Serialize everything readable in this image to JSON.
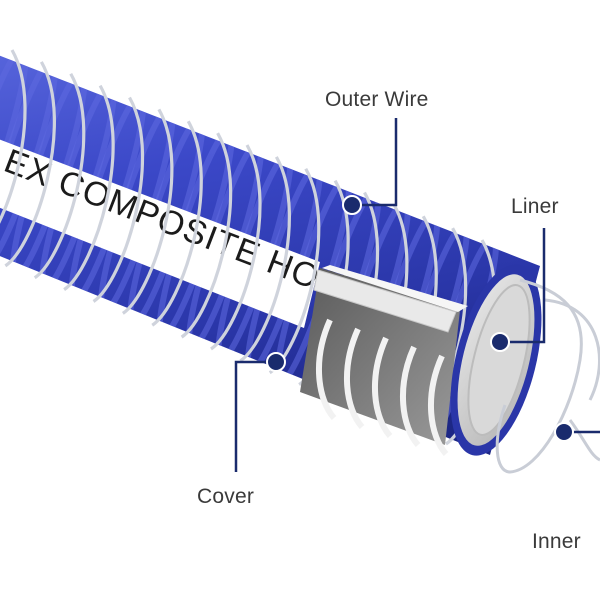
{
  "hose_print": "EX COMPOSITE HOSE",
  "labels": {
    "outer_wire": "Outer Wire",
    "liner": "Liner",
    "cover": "Cover",
    "inner": "Inner"
  },
  "colors": {
    "cover": "#3b48c8",
    "cover_dark": "#232f9c",
    "cover_light": "#6c78e6",
    "wire": "#c9cdd6",
    "callout": "#1a2b6d",
    "print_band": "#ffffff",
    "liner": "#9a9a9a",
    "text": "#3a3a3a"
  }
}
